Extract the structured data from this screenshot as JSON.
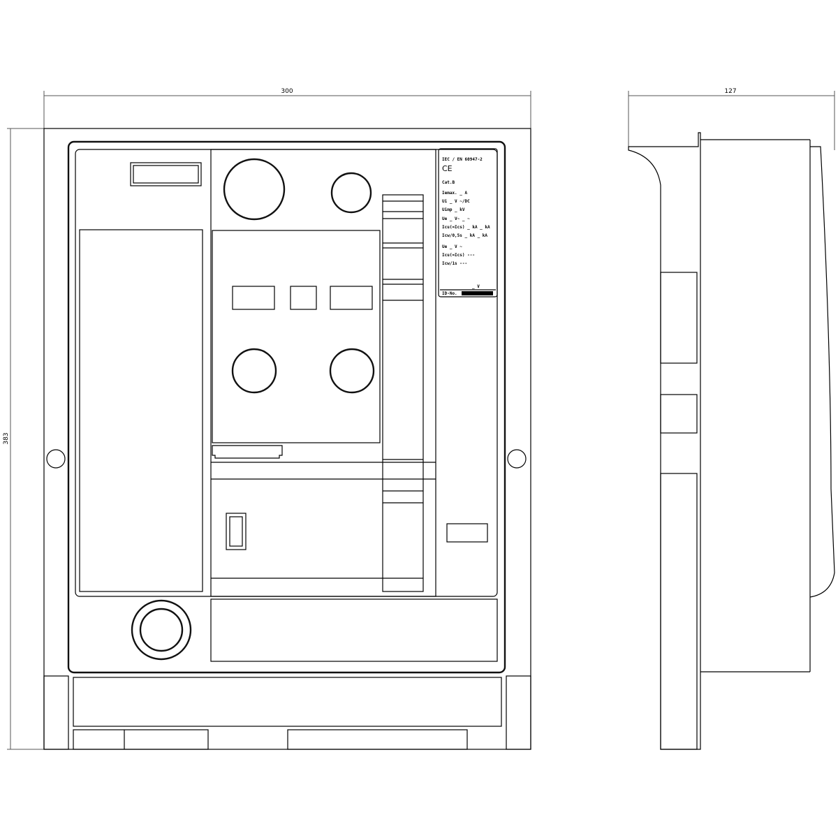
{
  "dimensions": {
    "width": "300",
    "height": "383",
    "depth": "127"
  },
  "rating_plate": {
    "standard": "IEC / EN 60947-2",
    "ce_mark": "CE",
    "category": "Cat.B",
    "rows": [
      "Iemax. _ A",
      "Ui   _ V  ~/DC",
      "Uimp  _ kV",
      "Ue    _ V~  _ ~",
      "Icu(=Ics) _ kA  _ kA",
      "Icw/0,5s _ kA  _ kA",
      "Ue     _ V   ~",
      "Icu(=Ics) ---",
      "Icw/1s   ---"
    ],
    "voltage": "_ V",
    "id_label": "ID-No."
  }
}
